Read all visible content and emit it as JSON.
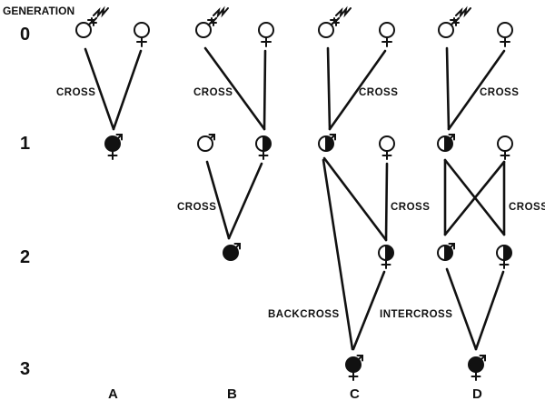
{
  "header_label": "GENERATION",
  "generations": [
    "0",
    "1",
    "2",
    "3"
  ],
  "columns": [
    "A",
    "B",
    "C",
    "D"
  ],
  "cross_label": "CROSS",
  "backcross_label": "BACKCROSS",
  "intercross_label": "INTERCROSS",
  "colors": {
    "ink": "#111111",
    "paper": "#ffffff"
  }
}
